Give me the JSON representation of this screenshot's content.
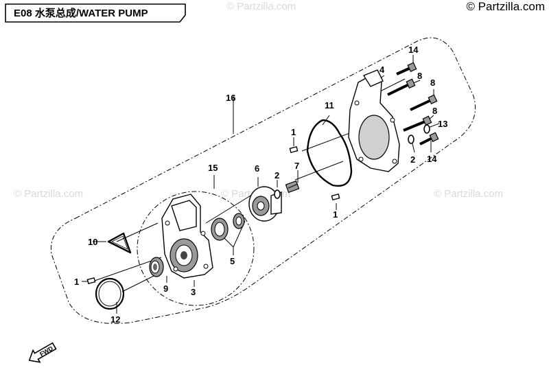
{
  "header": {
    "title": "E08 水泵总成/WATER PUMP"
  },
  "copyright": "© Partzilla.com",
  "watermark": {
    "text": "© Partzilla.com"
  },
  "callouts": {
    "c1a": "1",
    "c1b": "1",
    "c1c": "1",
    "c2a": "2",
    "c2b": "2",
    "c3": "3",
    "c4": "4",
    "c5": "5",
    "c6": "6",
    "c7": "7",
    "c8a": "8",
    "c8b": "8",
    "c8c": "8",
    "c9": "9",
    "c10": "10",
    "c11": "11",
    "c12": "12",
    "c13": "13",
    "c14a": "14",
    "c14b": "14",
    "c15": "15",
    "c16": "16"
  },
  "direction_arrow": {
    "label": "FWD",
    "icon": "forward-arrow-icon"
  }
}
